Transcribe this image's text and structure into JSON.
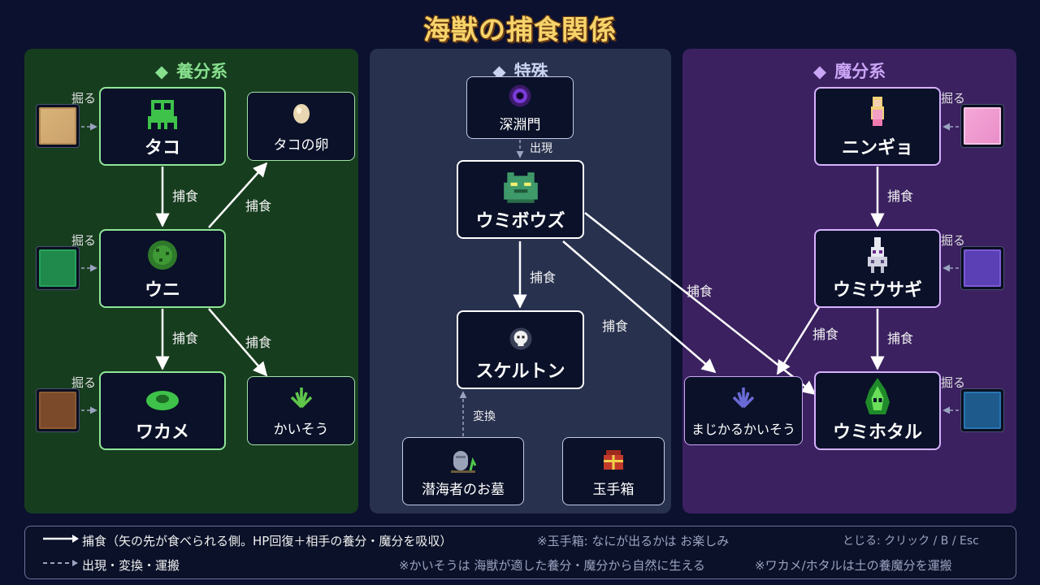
{
  "title": "海獣の捕食関係",
  "panels": {
    "nutrient": {
      "title": "養分系",
      "marker": "◆"
    },
    "special": {
      "title": "特殊",
      "marker": "◆"
    },
    "magic": {
      "title": "魔分系",
      "marker": "◆"
    }
  },
  "nodes": {
    "tako": "タコ",
    "tako_egg": "タコの卵",
    "uni": "ウニ",
    "wakame": "ワカメ",
    "kaisou": "かいそう",
    "shinen": "深淵門",
    "umibouzu": "ウミボウズ",
    "skeleton": "スケルトン",
    "grave": "潜海者のお墓",
    "tamatebako": "玉手箱",
    "ningyo": "ニンギョ",
    "umiusagi": "ウミウサギ",
    "umihotaru": "ウミホタル",
    "magic_kaisou": "まじかるかいそう"
  },
  "edges": {
    "dig": "掘る",
    "eat": "捕食",
    "appear": "出現",
    "convert": "変換"
  },
  "legend": {
    "solid": "捕食（矢の先が食べられる側。HP回復＋相手の養分・魔分を吸収）",
    "dashed": "出現・変換・運搬",
    "note1": "※玉手箱: なにが出るかは お楽しみ",
    "close": "とじる: クリック / B / Esc",
    "note2": "※かいそうは 海獣が適した養分・魔分から自然に生える",
    "note3": "※ワカメ/ホタルは土の養魔分を運搬"
  },
  "colors": {
    "background": "#0c1130",
    "nutrient_panel": "#173d1f",
    "special_panel": "#28314e",
    "magic_panel": "#3b2160",
    "title": "#f7d46a"
  },
  "icons": [
    "octopus-icon",
    "egg-icon",
    "urchin-icon",
    "seaweed-blob-icon",
    "kelp-icon",
    "portal-icon",
    "sea-monk-icon",
    "skull-icon",
    "gravestone-icon",
    "treasure-box-icon",
    "mermaid-icon",
    "sea-rabbit-icon",
    "sea-firefly-icon",
    "magic-kelp-icon"
  ]
}
